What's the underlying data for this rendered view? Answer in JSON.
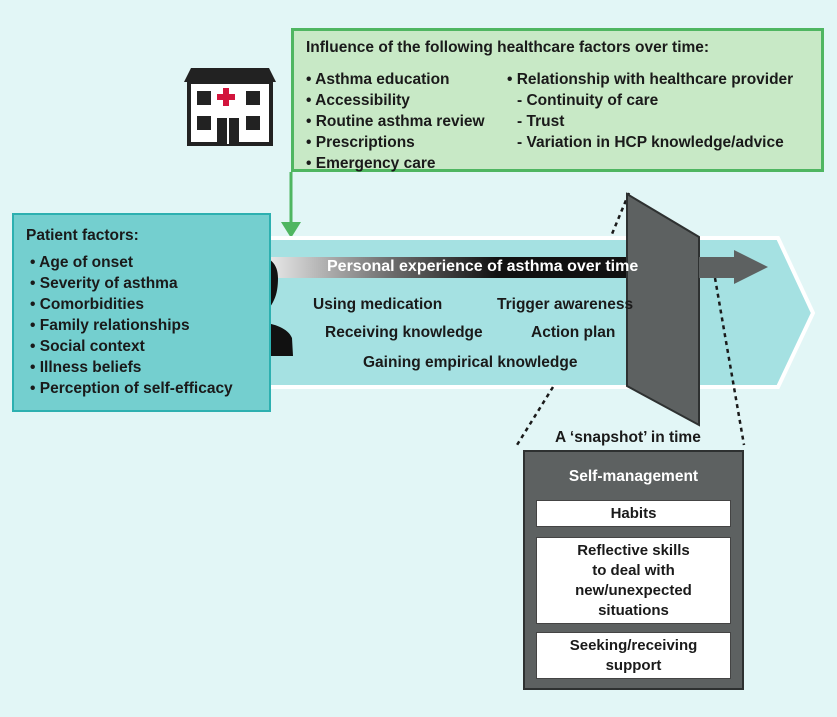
{
  "healthcare": {
    "title": "Influence of the following healthcare factors over time:",
    "left_items": [
      "• Asthma education",
      "• Accessibility",
      "• Routine asthma review",
      "• Prescriptions",
      "• Emergency care"
    ],
    "right_items": [
      "• Relationship with healthcare provider",
      "- Continuity of care",
      "- Trust",
      "- Variation in HCP knowledge/advice"
    ]
  },
  "patient": {
    "title": "Patient factors:",
    "items": [
      "• Age of onset",
      "• Severity of asthma",
      "• Comorbidities",
      "• Family relationships",
      "• Social context",
      "• Illness beliefs",
      "• Perception of self-efficacy"
    ]
  },
  "experience": {
    "title": "Personal experience of asthma over time",
    "items": [
      "Using medication",
      "Trigger awareness",
      "Receiving knowledge",
      "Action plan",
      "Gaining empirical knowledge"
    ]
  },
  "snapshot": {
    "caption": "A ‘snapshot’ in time"
  },
  "self_management": {
    "title": "Self-management",
    "items": [
      "Habits",
      "Reflective skills\nto deal with\nnew/unexpected\nsituations",
      "Seeking/receiving\nsupport"
    ]
  },
  "colors": {
    "background": "#e2f6f6",
    "healthcare_fill": "#c8e9c6",
    "healthcare_border": "#4fb661",
    "patient_fill": "#74cfcf",
    "hexagon_fill": "#a5e1e2",
    "snapshot_panel": "#5d6161",
    "hospital_cross": "#d2143c"
  }
}
